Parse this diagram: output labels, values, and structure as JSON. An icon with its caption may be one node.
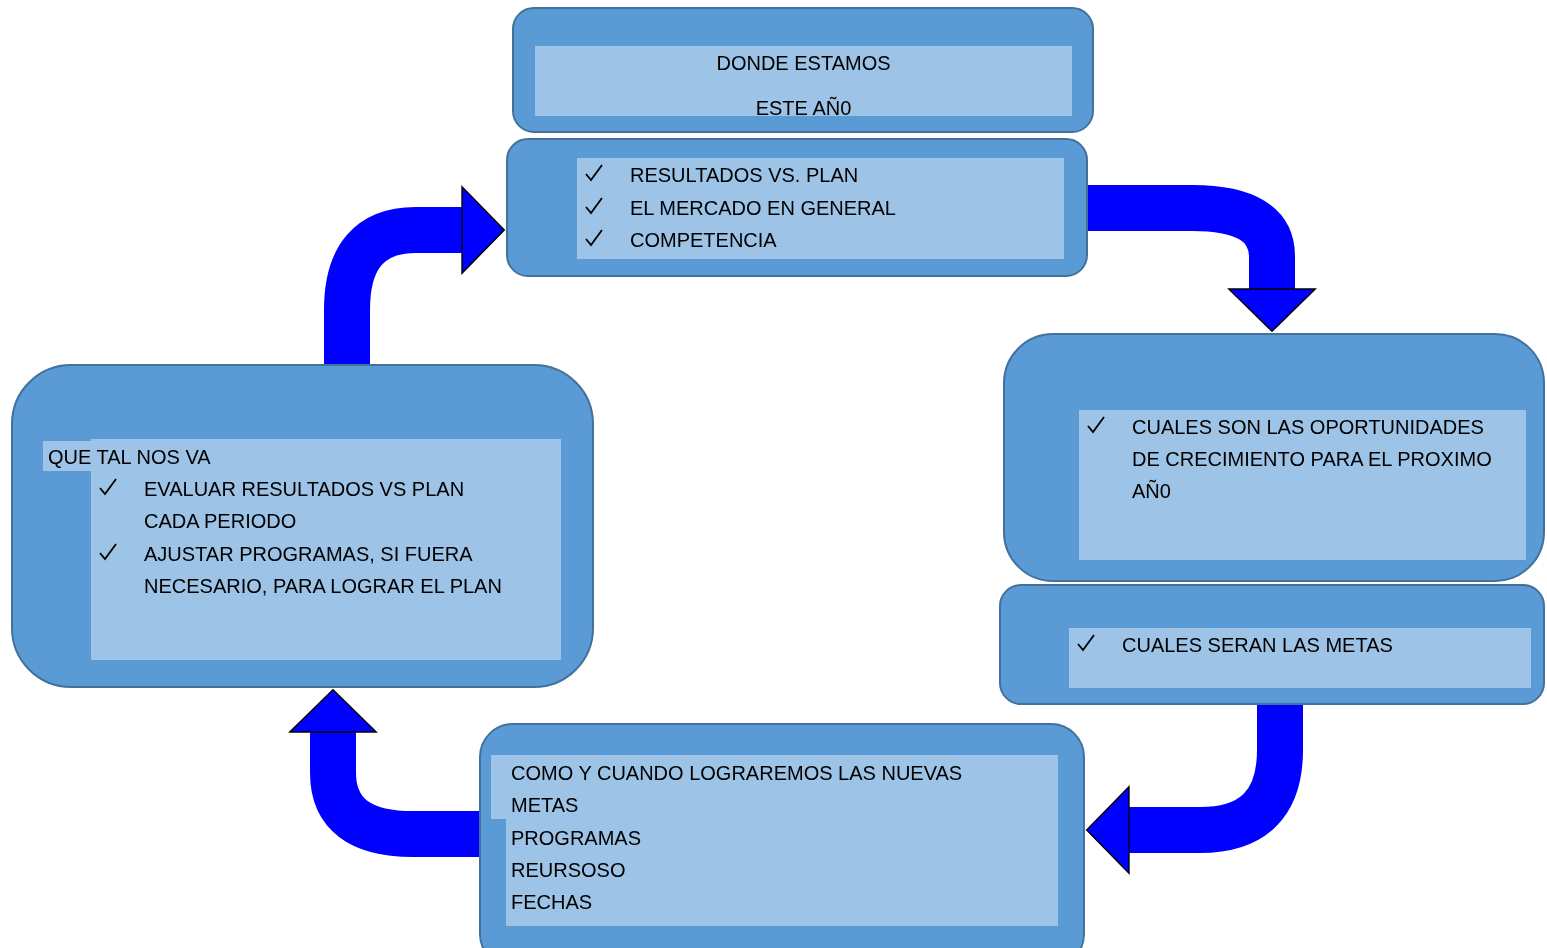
{
  "diagram": {
    "nodes": [
      {
        "text": [
          "DONDE ESTAMOS",
          "ESTE AÑ0"
        ]
      },
      {
        "text": [
          "RESULTADOS VS. PLAN",
          "EL MERCADO EN GENERAL",
          "COMPETENCIA"
        ]
      },
      {
        "text": [
          "CUALES SON LAS OPORTUNIDADES DE CRECIMIENTO PARA EL PROXIMO AÑ0"
        ]
      },
      {
        "text": [
          "CUALES SERAN LAS METAS"
        ]
      },
      {
        "text": [
          "COMO Y CUANDO LOGRAREMOS LAS NUEVAS METAS",
          "PROGRAMAS",
          "REURSOSO",
          "FECHAS"
        ]
      },
      {
        "text": [
          "QUE TAL NOS VA",
          "EVALUAR RESULTADOS VS PLAN CADA PERIODO",
          "AJUSTAR PROGRAMAS, SI FUERA NECESARIO, PARA LOGRAR EL PLAN"
        ]
      }
    ],
    "edges": [
      {
        "from": 1,
        "to": 2,
        "arrow": "to"
      },
      {
        "from": 3,
        "to": 4,
        "arrow": "to"
      },
      {
        "from": 4,
        "to": 5,
        "arrow": "to"
      },
      {
        "from": 5,
        "to": 1,
        "arrow": "to"
      }
    ]
  }
}
